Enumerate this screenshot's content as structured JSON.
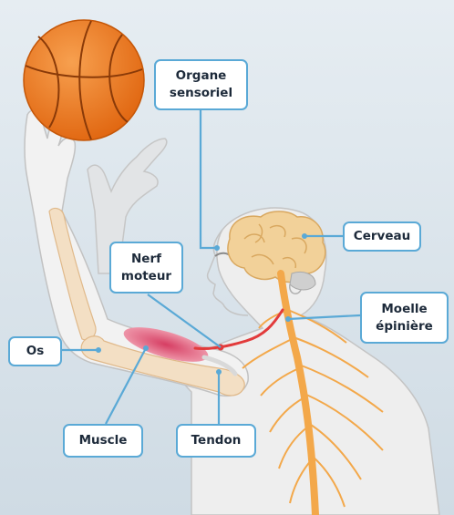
{
  "labels": {
    "organe_sensoriel": "Organe\nsensoriel",
    "cerveau": "Cerveau",
    "nerf_moteur": "Nerf\nmoteur",
    "moelle_epiniere": "Moelle\népinière",
    "os": "Os",
    "muscle": "Muscle",
    "tendon": "Tendon"
  },
  "colors": {
    "background": "#d9e3ea",
    "silhouette": "#bfbfbf",
    "body_fill": "#f0f0f0",
    "bone": "#f3dfc4",
    "brain": "#f2d199",
    "nerves": "#f3a84a",
    "motor_nerve": "#e23b3b",
    "muscle": "#e06a86",
    "leader_lines": "#5aa9d6",
    "ball": "#f07a21"
  }
}
